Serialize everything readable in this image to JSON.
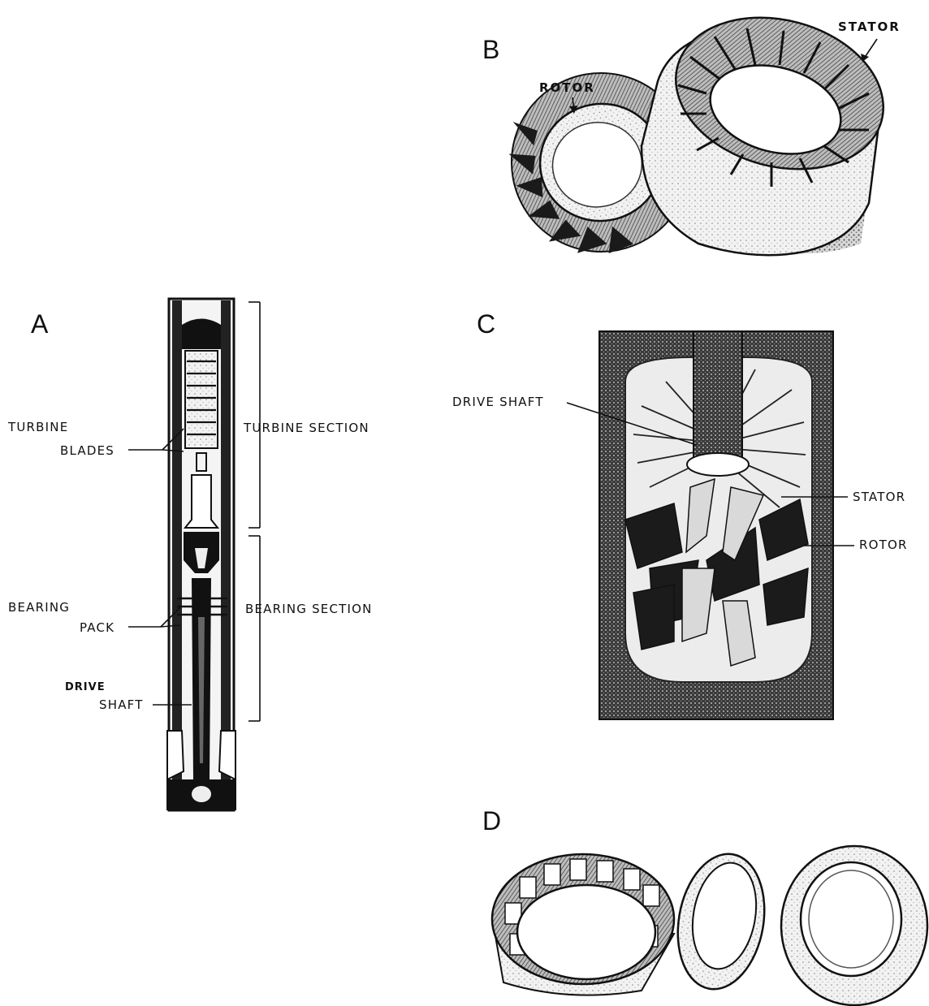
{
  "panels": {
    "a": {
      "letter": "A",
      "labels": {
        "turbine": "TURBINE",
        "blades": "BLADES",
        "bearing": "BEARING",
        "pack": "PACK",
        "drive": "DRIVE",
        "shaft": "SHAFT",
        "turbine_section": "TURBINE SECTION",
        "bearing_section": "BEARING SECTION"
      }
    },
    "b": {
      "letter": "B",
      "labels": {
        "rotor": "ROTOR",
        "stator": "STATOR"
      }
    },
    "c": {
      "letter": "C",
      "labels": {
        "drive_shaft": "DRIVE SHAFT",
        "stator": "STATOR",
        "rotor": "ROTOR"
      }
    },
    "d": {
      "letter": "D"
    }
  }
}
